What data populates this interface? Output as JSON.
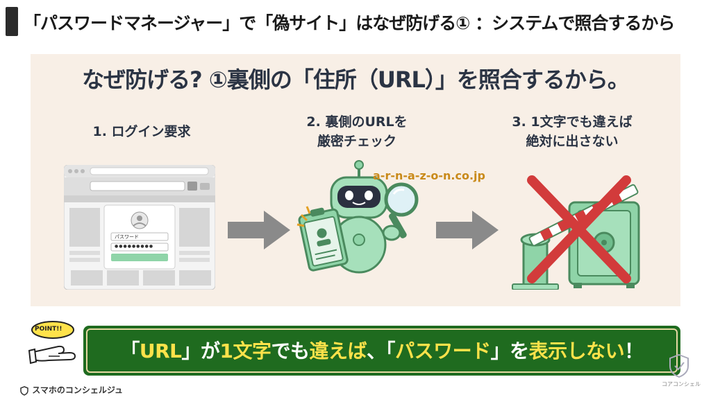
{
  "header": {
    "title": "「パスワードマネージャー」で「偽サイト」はなぜ防げる① ：システムで照合するから"
  },
  "slide": {
    "title": "なぜ防げる? ①裏側の「住所（URL）」を照合するから。",
    "steps": [
      {
        "label": "1. ログイン要求"
      },
      {
        "label": "2. 裏側のURLを\n厳密チェック"
      },
      {
        "label": "3. 1文字でも違えば\n絶対に出さない"
      }
    ],
    "domain": "a-r-n-a-z-o-n.co.jp",
    "browser_mock": {
      "field_password_label": "パスワード",
      "field_password_value": "●●●●●●●●●"
    }
  },
  "banner": {
    "part1": "「",
    "part2": "URL",
    "part3": "」が",
    "part4": "1文字",
    "part5": "でも",
    "part6": "違えば",
    "part7": "、「",
    "part8": "パスワード",
    "part9": "」を",
    "part10": "表示しない",
    "part11": "！"
  },
  "point_badge": {
    "text": "POINT!!"
  },
  "footer": {
    "logo_text": "スマホのコンシェルジュ"
  },
  "corner": {
    "text": "コアコンシェル"
  },
  "colors": {
    "banner_bg": "#1f6b1f",
    "highlight": "#ffe24a",
    "slide_bg": "#f8efe6",
    "cross": "#d23b3b",
    "robot_green": "#8fd4a8"
  }
}
